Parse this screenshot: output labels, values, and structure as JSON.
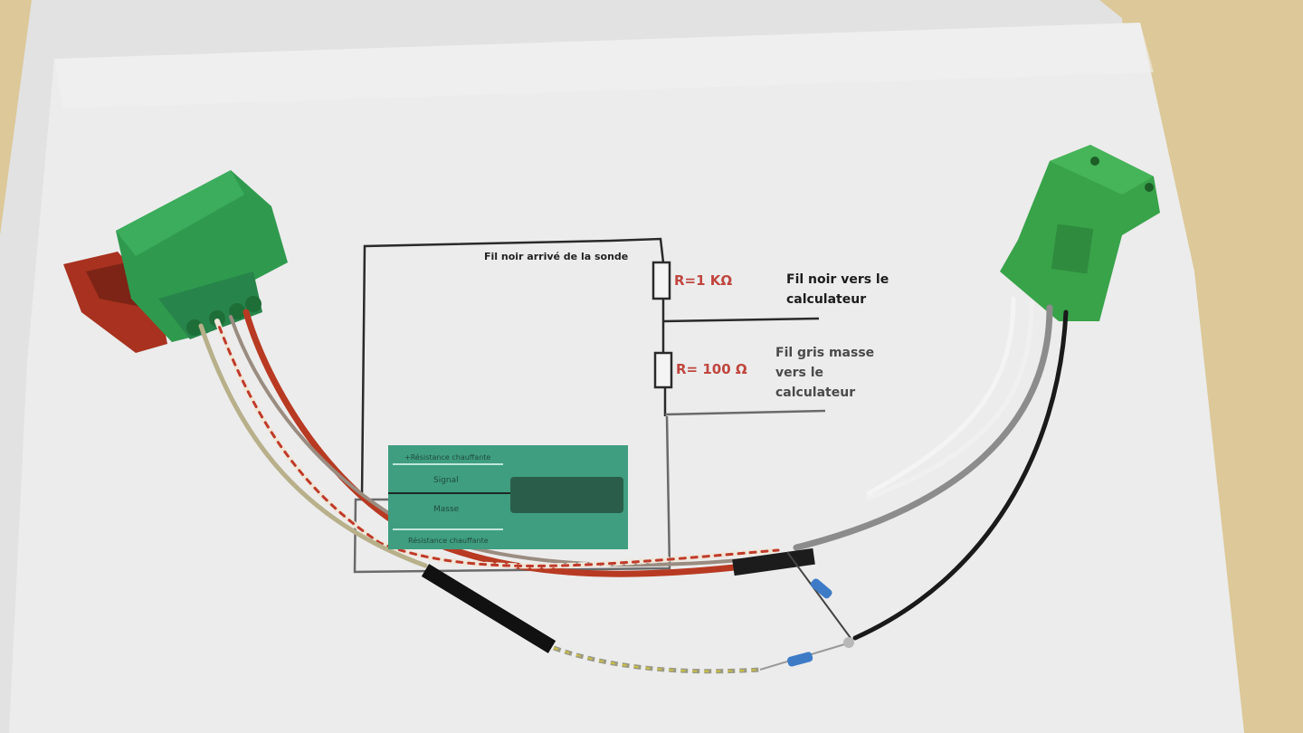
{
  "scene": {
    "description": "Photo of a modified oxygen-sensor wiring harness with two green connectors laid over a printed schematic",
    "colors": {
      "background_wall": "#dcc898",
      "paper": "#e8e8e8",
      "connector_green": "#2f9a4e",
      "connector_red": "#a8321f",
      "sensor_card": "#3f9e80",
      "resistor_label_red": "#c0463e"
    }
  },
  "schematic": {
    "top_wire_label": "Fil noir arrivé de la sonde",
    "resistor_1": "R=1 KΩ",
    "resistor_2": "R= 100 Ω",
    "output_black": {
      "line1": "Fil noir vers le",
      "line2": "calculateur"
    },
    "output_gray": {
      "line1": "Fil gris masse",
      "line2": "vers le",
      "line3": "calculateur"
    }
  },
  "sensor_card": {
    "top": "+Résistance chauffante",
    "signal": "Signal",
    "masse": "Masse",
    "bottom": "Résistance chauffante"
  },
  "components": [
    {
      "name": "left-connector",
      "type": "4-pin connector",
      "color": "green with red lock"
    },
    {
      "name": "right-connector",
      "type": "4-pin connector",
      "color": "green"
    },
    {
      "name": "resistor-1",
      "type": "through-hole resistor",
      "color": "blue"
    },
    {
      "name": "resistor-2",
      "type": "through-hole resistor",
      "color": "blue"
    },
    {
      "name": "heat-shrink",
      "type": "black heat-shrink sleeve"
    }
  ]
}
